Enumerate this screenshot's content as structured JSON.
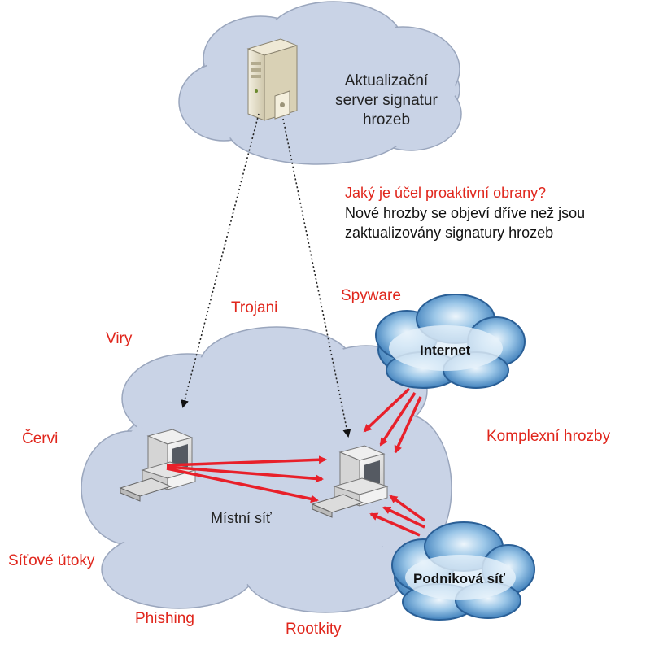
{
  "server": {
    "label_line1": "Aktualizační",
    "label_line2": "server signatur",
    "label_line3": "hrozeb"
  },
  "question": {
    "title": "Jaký je účel proaktivní obrany?",
    "answer_line1": "Nové hrozby se objeví dříve než jsou",
    "answer_line2": "zaktualizovány signatury hrozeb"
  },
  "threats": {
    "spyware": "Spyware",
    "trojani": "Trojani",
    "viry": "Viry",
    "cervi": "Červi",
    "komplexni": "Komplexní hrozby",
    "sitove": "Síťové útoky",
    "phishing": "Phishing",
    "rootkity": "Rootkity"
  },
  "networks": {
    "internet": "Internet",
    "lan": "Místní síť",
    "corporate": "Podniková síť"
  },
  "colors": {
    "threat": "#e0261c",
    "arrow": "#e8202a",
    "cloud_fill": "#c9d3e6",
    "storm_cloud": "#4a8fc8"
  }
}
